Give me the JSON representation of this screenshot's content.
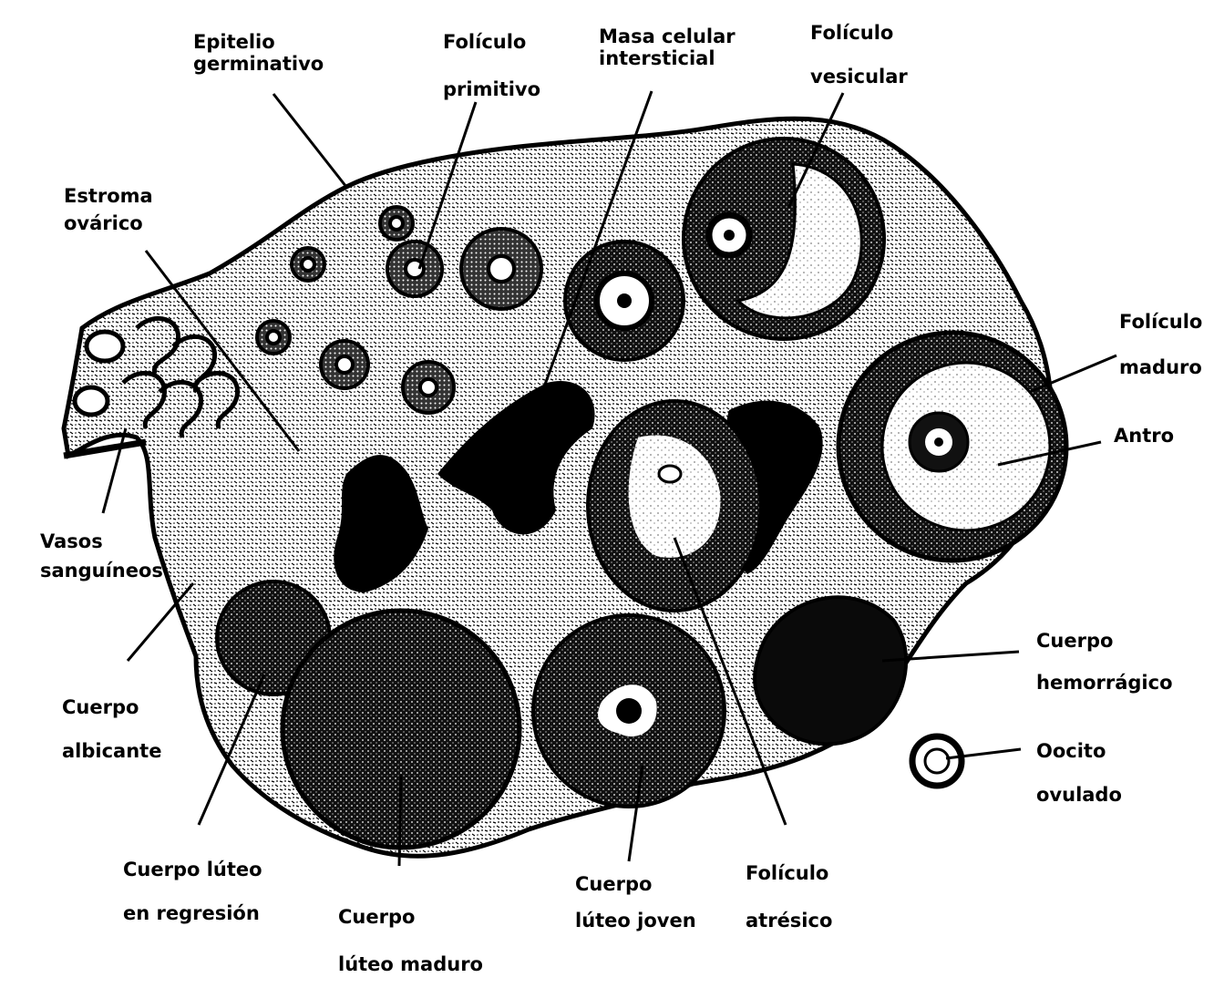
{
  "labels": {
    "epitelio_1": "Epitelio",
    "epitelio_2": "germinativo",
    "primitivo_1": "Folículo",
    "primitivo_2": "primitivo",
    "masa_1": "Masa celular",
    "masa_2": "intersticial",
    "vesicular_1": "Folículo",
    "vesicular_2": "vesicular",
    "estroma_1": "Estroma",
    "estroma_2": "ovárico",
    "maduro_1": "Folículo",
    "maduro_2": "maduro",
    "antro": "Antro",
    "vasos_1": "Vasos",
    "vasos_2": "sanguíneos",
    "hemorragico_1": "Cuerpo",
    "hemorragico_2": "hemorrágico",
    "albicante_1": "Cuerpo",
    "albicante_2": "albicante",
    "oocito_1": "Oocito",
    "oocito_2": "ovulado",
    "regresion_1": "Cuerpo lúteo",
    "regresion_2": "en regresión",
    "lmaduro_1": "Cuerpo",
    "lmaduro_2": "lúteo maduro",
    "joven_1": "Cuerpo",
    "joven_2": "lúteo joven",
    "atresico_1": "Folículo",
    "atresico_2": "atrésico"
  }
}
